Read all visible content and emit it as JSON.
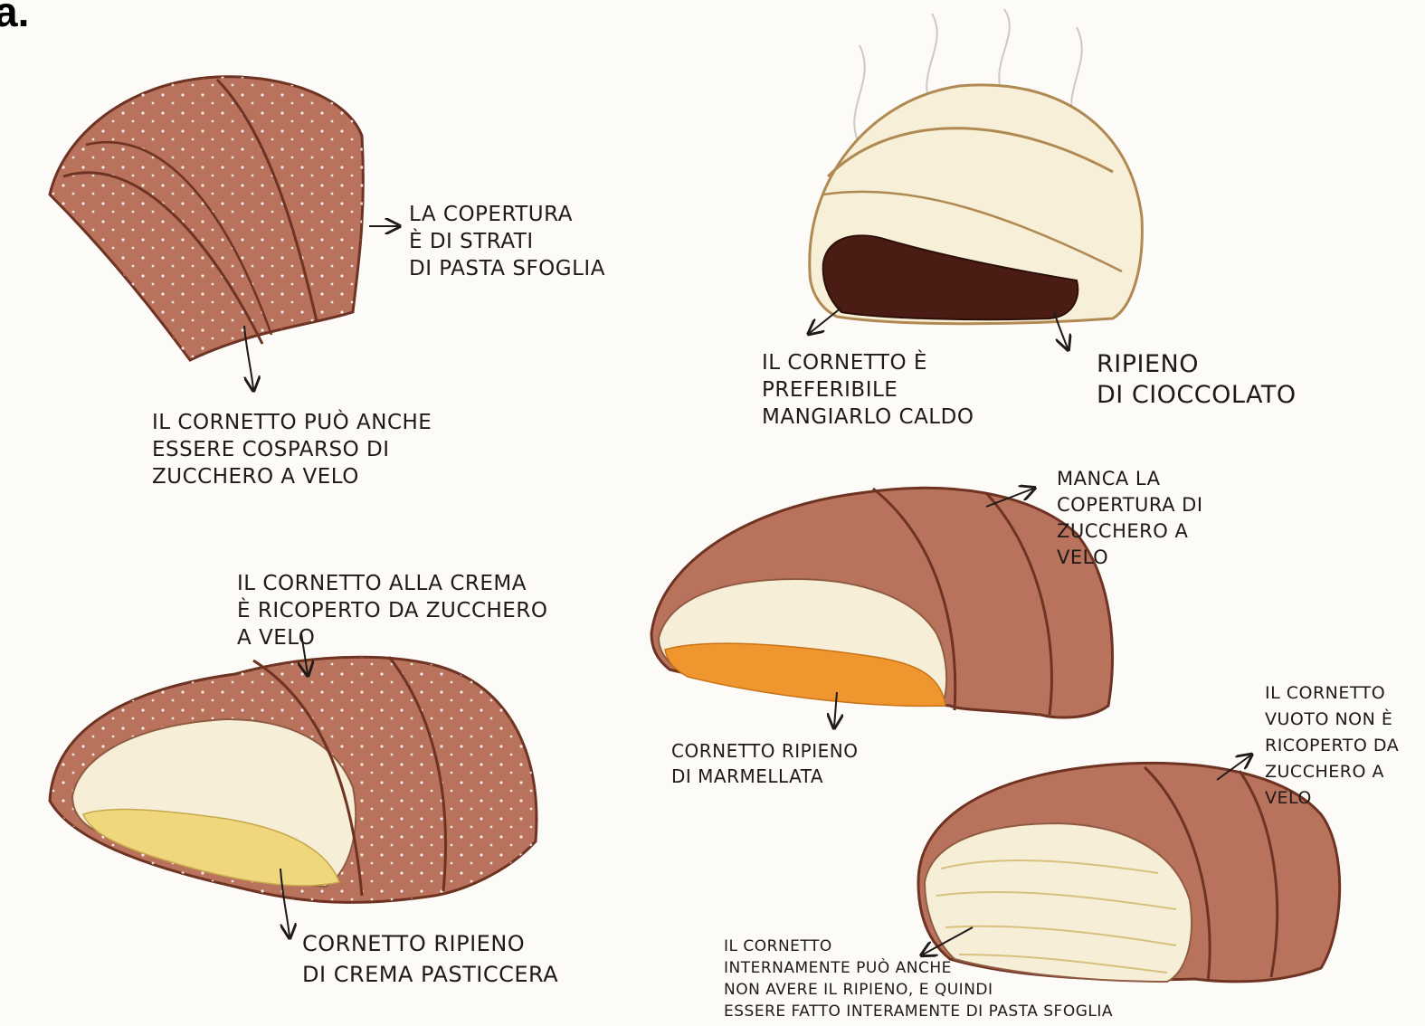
{
  "panel_letter": "a.",
  "colors": {
    "pastry_shell": "#b9735d",
    "pastry_dark_line": "#6e3322",
    "crumb_cream": "#f6eed7",
    "chocolate": "#4a1c14",
    "jam": "#f0962f",
    "custard": "#f0d77d",
    "background": "#fdfbf8"
  },
  "drawings": [
    {
      "id": "sugar-dusted-top",
      "name": "sugar-dusted-croissant"
    },
    {
      "id": "chocolate",
      "name": "chocolate-filled-croissant"
    },
    {
      "id": "custard",
      "name": "custard-filled-croissant"
    },
    {
      "id": "jam",
      "name": "jam-filled-croissant"
    },
    {
      "id": "plain",
      "name": "plain-puff-pastry-croissant"
    }
  ],
  "annotations": {
    "layers": "La copertura\nè di strati\ndi pasta sfoglia",
    "sugar_option": "Il cornetto può anche\nessere cosparso di\nzucchero a velo",
    "warm": "Il cornetto è\npreferibile\nmangiarlo caldo",
    "chocolate_fill": "Ripieno\ndi cioccolato",
    "no_sugar": "Manca la\ncopertura di\nzucchero a\nvelo",
    "custard_sugar": "Il cornetto alla crema\nè ricoperto da zucchero\na velo",
    "jam_fill": "Cornetto ripieno\ndi marmellata",
    "plain_no_sugar": "Il cornetto\nvuoto non è\nricoperto da\nzucchero a\nvelo",
    "custard_fill": "Cornetto ripieno\ndi crema pasticcera",
    "plain_interior": "Il cornetto\ninternamente può anche\nnon avere il ripieno, e quindi\nessere fatto interamente di pasta sfoglia"
  }
}
